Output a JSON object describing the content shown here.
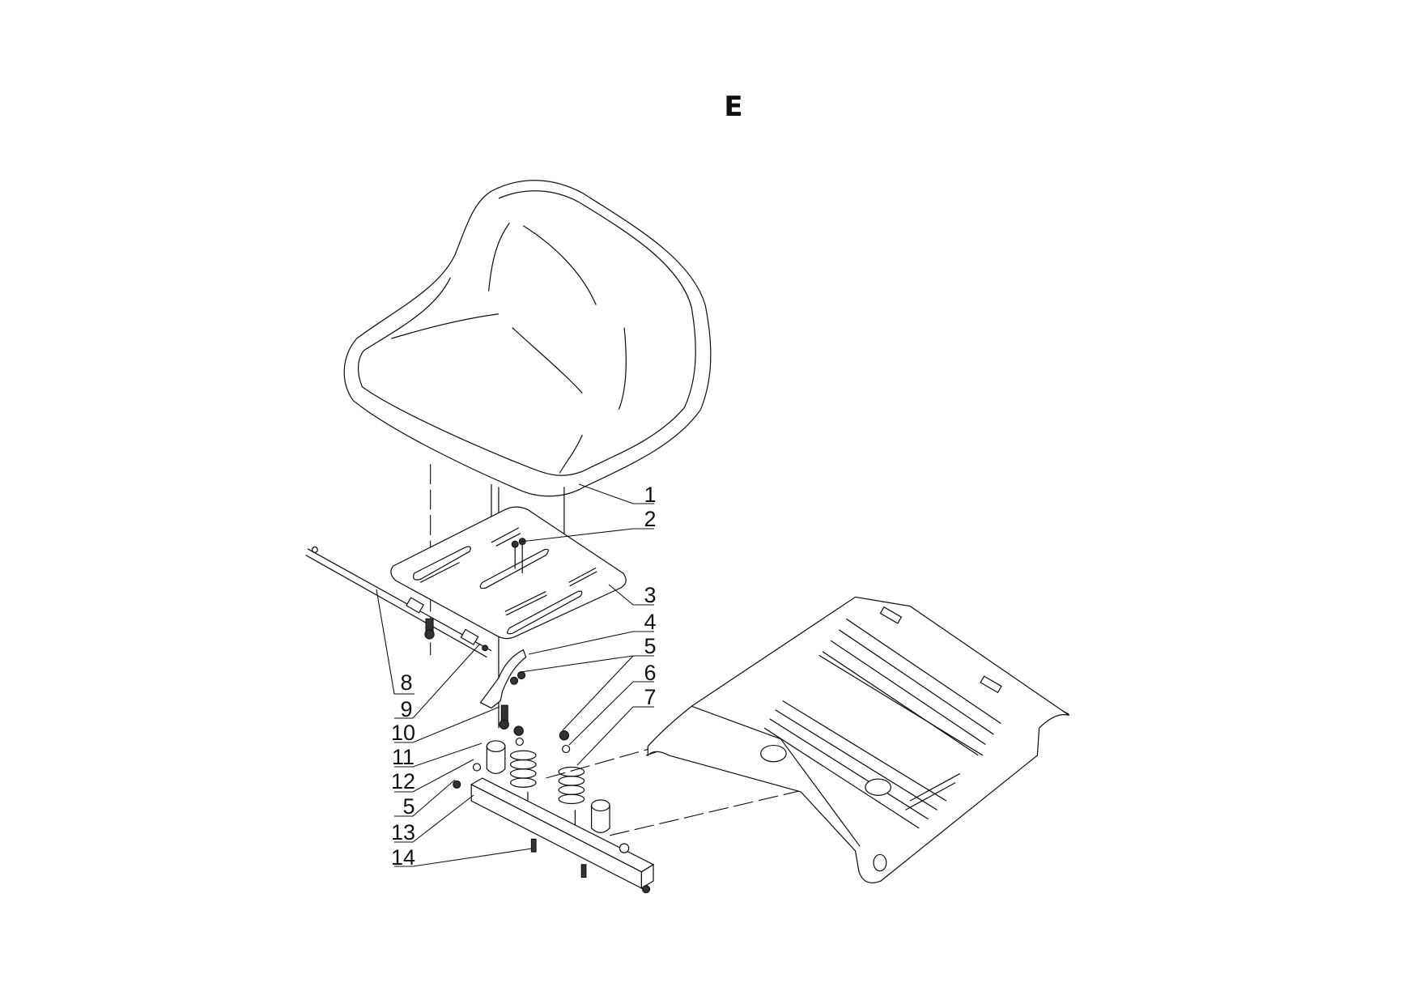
{
  "diagram": {
    "section_letter": "E",
    "callouts_right": [
      "1",
      "2",
      "3",
      "4",
      "5",
      "6",
      "7"
    ],
    "callouts_left": [
      "8",
      "9",
      "10",
      "11",
      "12",
      "5",
      "13",
      "14"
    ]
  }
}
